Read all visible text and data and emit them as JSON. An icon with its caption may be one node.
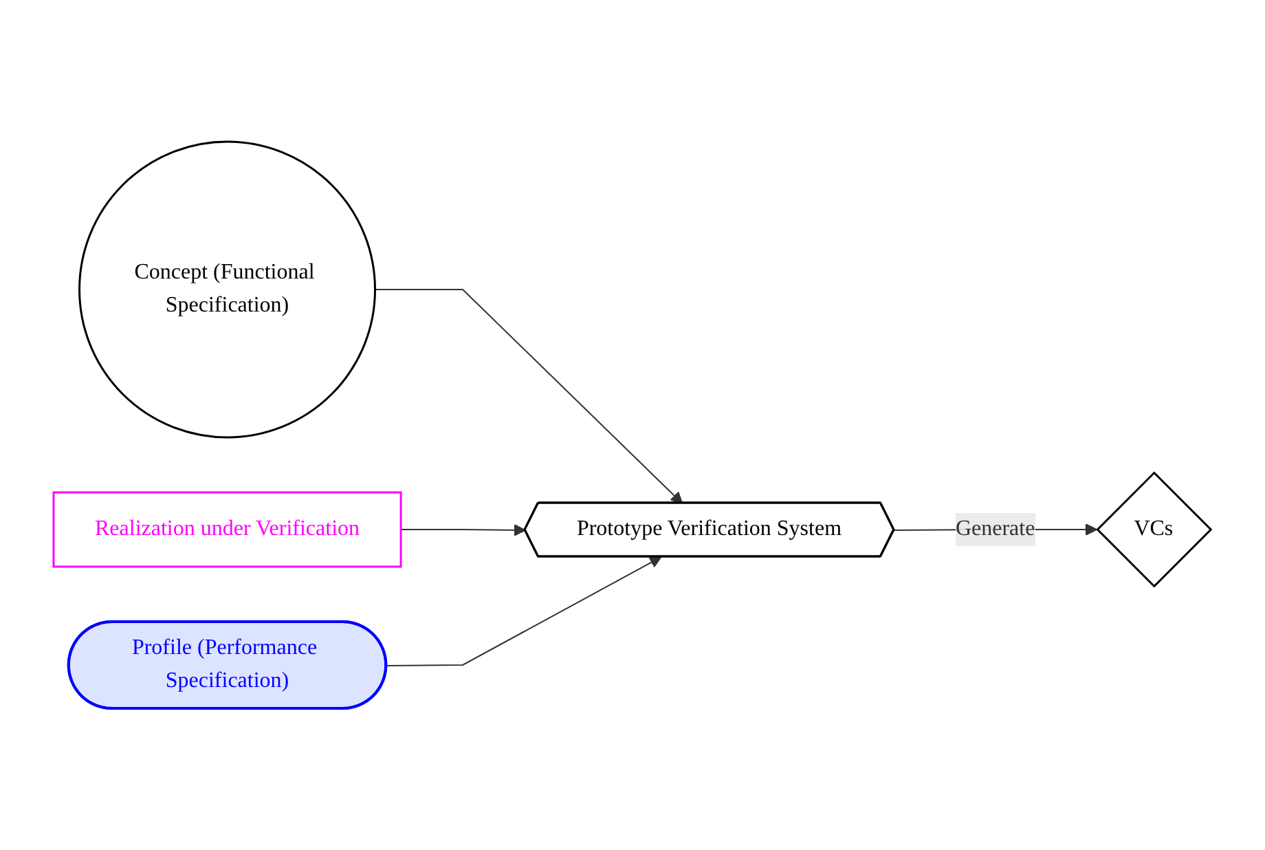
{
  "diagram": {
    "nodes": [
      {
        "text": [
          "Concept (Functional Specification)"
        ]
      },
      {
        "text": [
          "Realization under Verification"
        ]
      },
      {
        "text": [
          "Profile (Performance Specification)"
        ]
      },
      {
        "text": [
          "Prototype Verification System"
        ]
      },
      {
        "text": [
          "VCs"
        ]
      }
    ],
    "edges": [
      {
        "from": 0,
        "to": 3,
        "arrow": "to"
      },
      {
        "from": 1,
        "to": 3,
        "arrow": "to"
      },
      {
        "from": 2,
        "to": 3,
        "arrow": "to"
      },
      {
        "from": 3,
        "to": 4,
        "label": "Generate",
        "arrow": "to"
      }
    ]
  }
}
